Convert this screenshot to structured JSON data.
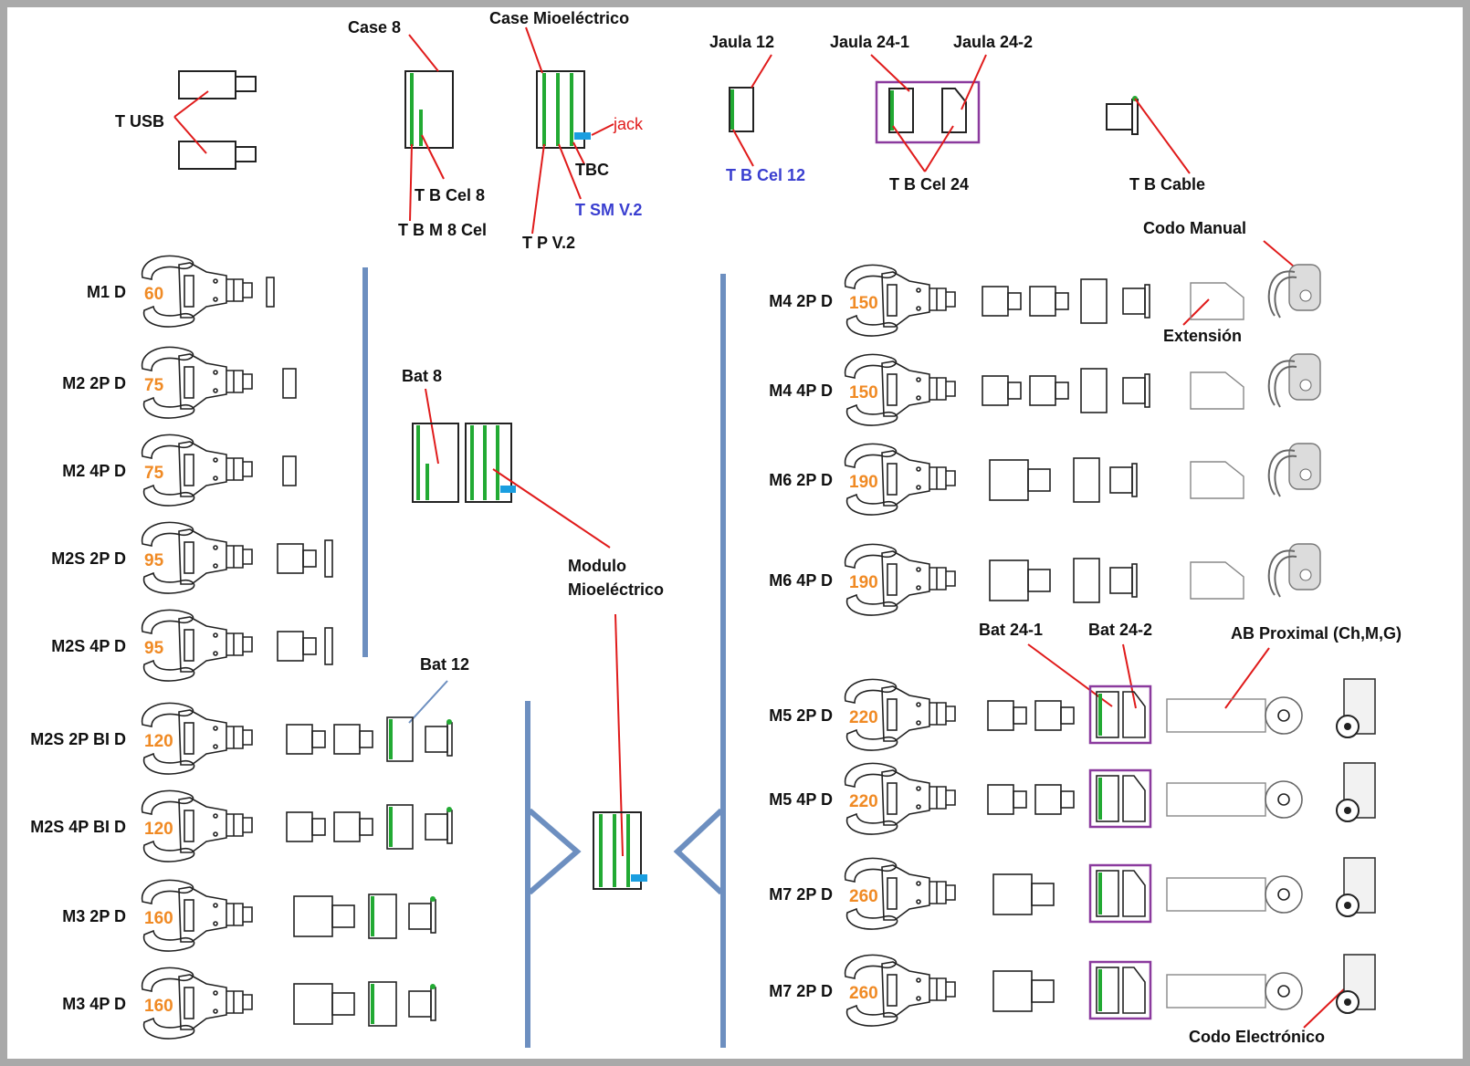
{
  "colors": {
    "leader": "#e01b1b",
    "green": "#22aa33",
    "cyan": "#1a9ee0",
    "purple": "#8b3a9e",
    "divider": "#6d8fc0",
    "number": "#f08a24",
    "blue_label": "#3a3fd0"
  },
  "top": {
    "t_usb": "T USB",
    "case8": "Case 8",
    "case_mio": "Case Mioeléctrico",
    "jack": "jack",
    "tbc": "TBC",
    "tsm": "T SM V.2",
    "tp": "T P V.2",
    "tbcel8": "T B Cel 8",
    "tbm8": "T B M 8 Cel",
    "jaula12": "Jaula 12",
    "jaula24_1": "Jaula 24-1",
    "jaula24_2": "Jaula 24-2",
    "tbcel12": "T B Cel 12",
    "tbcel24": "T B Cel 24",
    "tbcable": "T B Cable"
  },
  "center": {
    "bat8": "Bat 8",
    "bat12": "Bat 12",
    "modulo_l1": "Modulo",
    "modulo_l2": "Mioeléctrico"
  },
  "right_labels": {
    "codo_manual": "Codo Manual",
    "extension": "Extensión",
    "bat24_1": "Bat 24-1",
    "bat24_2": "Bat 24-2",
    "ab_proximal": "AB Proximal (Ch,M,G)",
    "codo_electronico": "Codo Electrónico"
  },
  "left_models": [
    {
      "name": "M1 D",
      "size": "60"
    },
    {
      "name": "M2 2P D",
      "size": "75"
    },
    {
      "name": "M2 4P D",
      "size": "75"
    },
    {
      "name": "M2S 2P D",
      "size": "95"
    },
    {
      "name": "M2S 4P D",
      "size": "95"
    },
    {
      "name": "M2S 2P BI D",
      "size": "120"
    },
    {
      "name": "M2S 4P BI D",
      "size": "120"
    },
    {
      "name": "M3 2P D",
      "size": "160"
    },
    {
      "name": "M3 4P D",
      "size": "160"
    }
  ],
  "right_models": [
    {
      "name": "M4 2P D",
      "size": "150"
    },
    {
      "name": "M4 4P D",
      "size": "150"
    },
    {
      "name": "M6 2P D",
      "size": "190"
    },
    {
      "name": "M6 4P D",
      "size": "190"
    },
    {
      "name": "M5 2P D",
      "size": "220"
    },
    {
      "name": "M5 4P D",
      "size": "220"
    },
    {
      "name": "M7 2P D",
      "size": "260"
    },
    {
      "name": "M7 2P D",
      "size": "260"
    }
  ]
}
